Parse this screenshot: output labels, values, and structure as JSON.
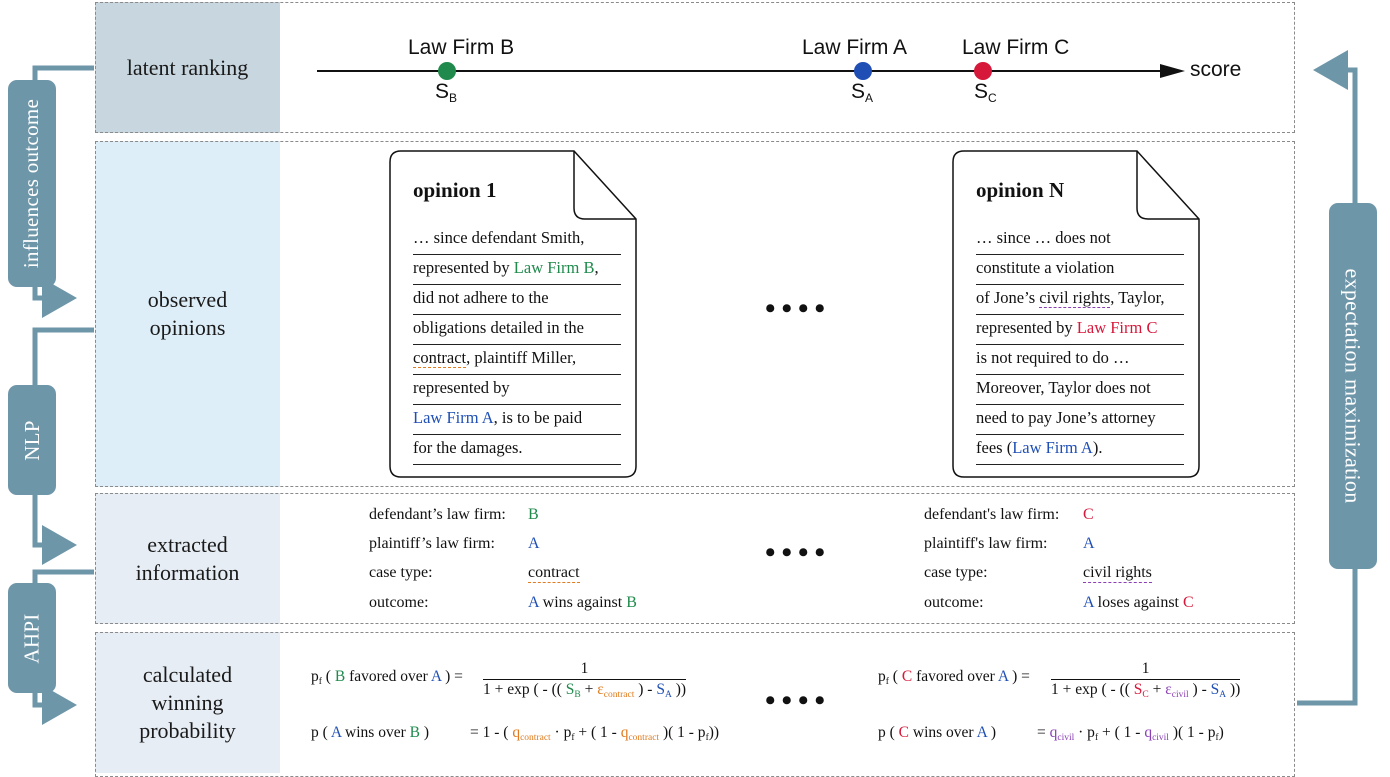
{
  "sections": {
    "latent_ranking": "latent ranking",
    "observed_opinions": "observed opinions",
    "extracted_information": "extracted information",
    "calculated_winning_probability": "calculated winning probability"
  },
  "side_labels": {
    "influences_outcome": "influences outcome",
    "nlp": "NLP",
    "ahpi": "AHPI",
    "expectation_maximization": "expectation maximization"
  },
  "ranking": {
    "axis_label": "score",
    "firms": [
      {
        "name": "Law Firm B",
        "score_symbol": "S",
        "score_sub": "B",
        "color": "#1f8a4c"
      },
      {
        "name": "Law Firm A",
        "score_symbol": "S",
        "score_sub": "A",
        "color": "#1f4fb5"
      },
      {
        "name": "Law Firm C",
        "score_symbol": "S",
        "score_sub": "C",
        "color": "#d6183a"
      }
    ]
  },
  "opinion1": {
    "title": "opinion 1",
    "l1": "… since defendant Smith,",
    "l2_pre": "represented by ",
    "l2_firm": "Law Firm B",
    "l2_post": ",",
    "l3": "did not adhere to the",
    "l4": "obligations detailed in the",
    "l5_term": "contract",
    "l5_post": ", plaintiff Miller,",
    "l6": "represented by",
    "l7_firm": "Law Firm A",
    "l7_post": ", is to be paid",
    "l8": "for the damages."
  },
  "opinionN": {
    "title": "opinion N",
    "l1": "… since … does not",
    "l2": "constitute a violation",
    "l3_pre": "of Jone’s ",
    "l3_term": "civil rights",
    "l3_post": ", Taylor,",
    "l4_pre": "represented by ",
    "l4_firm": "Law Firm C",
    "l5": "is not required to do …",
    "l6": "Moreover, Taylor does not",
    "l7": "need to pay Jone’s attorney",
    "l8_pre": "fees (",
    "l8_firm": "Law Firm A",
    "l8_post": ")."
  },
  "ellipsis": "••••",
  "extracted1": {
    "defendant_label": "defendant’s law firm:",
    "defendant_value": "B",
    "plaintiff_label": "plaintiff’s law firm:",
    "plaintiff_value": "A",
    "case_label": "case type:",
    "case_value": "contract",
    "outcome_label": "outcome:",
    "outcome_a": "A",
    "outcome_mid": " wins against ",
    "outcome_b": "B"
  },
  "extractedN": {
    "defendant_label": "defendant's law firm:",
    "defendant_value": "C",
    "plaintiff_label": "plaintiff's law firm:",
    "plaintiff_value": "A",
    "case_label": "case type:",
    "case_value": "civil rights",
    "outcome_label": "outcome:",
    "outcome_a": "A",
    "outcome_mid": " loses against ",
    "outcome_b": "C"
  },
  "formula1": {
    "favored_firm": "B",
    "favored_text": " favored over ",
    "over_firm": "A",
    "num": "1",
    "den_pre": "1 + exp ( - (( ",
    "s_fav": "S",
    "s_fav_sub": "B",
    "plus": " + ",
    "eps": "ε",
    "eps_sub": "contract",
    "den_mid": " ) - ",
    "s_over": "S",
    "s_over_sub": "A",
    "den_post": " ))",
    "win_firm": "A",
    "win_text": " wins over ",
    "lose_firm": "B",
    "eq_pre": "= 1 - ( ",
    "q": "q",
    "q_sub": "contract",
    "eq_mid": " ·  p",
    "eq_mid2": " + ( 1 - ",
    "eq_post": " )( 1 - p",
    "eq_end": "))"
  },
  "formulaN": {
    "favored_firm": "C",
    "favored_text": " favored over ",
    "over_firm": "A",
    "num": "1",
    "den_pre": "1 + exp ( - (( ",
    "s_fav": "S",
    "s_fav_sub": "C",
    "plus": " + ",
    "eps": "ε",
    "eps_sub": "civil",
    "den_mid": " ) - ",
    "s_over": "S",
    "s_over_sub": "A",
    "den_post": " ))",
    "win_firm": "C",
    "win_text": " wins over ",
    "lose_firm": "A",
    "eq_pre": "= ",
    "q": "q",
    "q_sub": "civil",
    "eq_mid": " ·  p",
    "eq_mid2": " + ( 1 - ",
    "eq_post": " )( 1 - p",
    "eq_end": ")"
  },
  "prob_symbol": "p",
  "prob_sub": "f",
  "paren_open": "( ",
  "paren_close": " )",
  "eq_sign": " =",
  "colors": {
    "panel_top": "#c7d6df",
    "panel_blue": "#ddeef9",
    "panel_light": "#e6edf4",
    "arrow": "#6e96a9"
  }
}
